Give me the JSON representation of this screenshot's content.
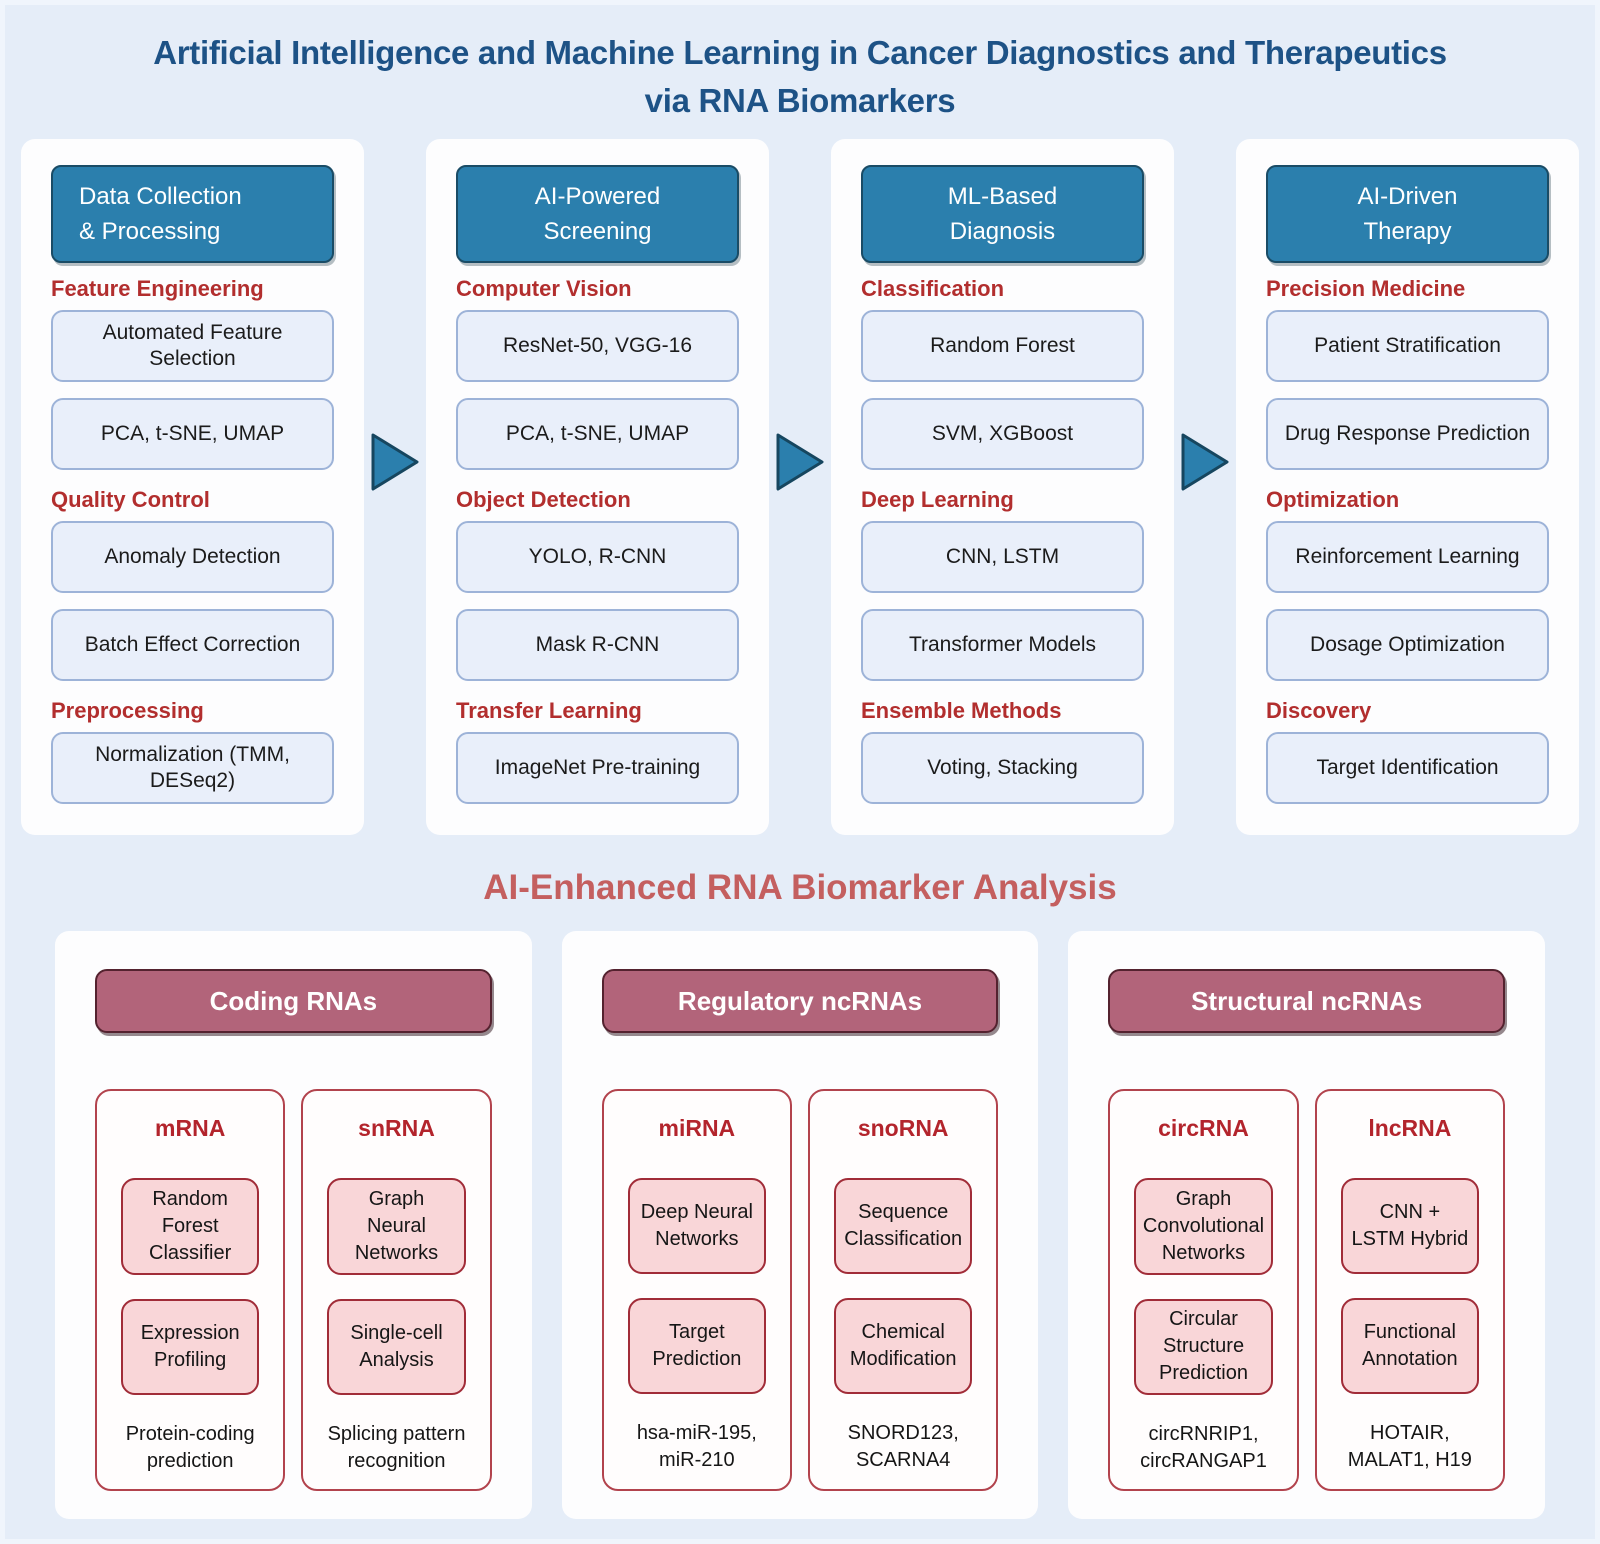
{
  "title": {
    "line1": "Artificial Intelligence and Machine Learning in Cancer Diagnostics and Therapeutics",
    "line2": "via RNA Biomarkers"
  },
  "colors": {
    "page_background": "#e5edf8",
    "panel_background": "#fdfdfe",
    "stage_header_blue": "#2b7fad",
    "stage_header_border": "#1a4c66",
    "item_box_fill": "#e9effa",
    "item_box_border": "#9db3d8",
    "category_label_red": "#b22e2e",
    "title_blue": "#1d5286",
    "section_heading_red": "#c45f5f",
    "rna_header_maroon": "#b2647a",
    "rna_header_border": "#54222f",
    "rna_card_border": "#b2434d",
    "method_box_pink": "#f9d6d8",
    "method_box_border": "#a12c38",
    "rna_type_label_red": "#b3242c",
    "arrow_fill": "#2b7fad"
  },
  "flow_section": {
    "panels": [
      {
        "header": [
          "Data Collection",
          "& Processing"
        ],
        "header_align": "left",
        "groups": [
          {
            "label": "Feature Engineering",
            "items": [
              "Automated Feature Selection",
              "PCA, t-SNE, UMAP"
            ]
          },
          {
            "label": "Quality Control",
            "items": [
              "Anomaly Detection",
              "Batch Effect Correction"
            ]
          },
          {
            "label": "Preprocessing",
            "items": [
              "Normalization (TMM, DESeq2)"
            ]
          }
        ]
      },
      {
        "header": [
          "AI-Powered",
          "Screening"
        ],
        "header_align": "center",
        "groups": [
          {
            "label": "Computer Vision",
            "items": [
              "ResNet-50, VGG-16",
              "PCA, t-SNE, UMAP"
            ]
          },
          {
            "label": "Object Detection",
            "items": [
              "YOLO, R-CNN",
              "Mask R-CNN"
            ]
          },
          {
            "label": "Transfer Learning",
            "items": [
              "ImageNet Pre-training"
            ]
          }
        ]
      },
      {
        "header": [
          "ML-Based",
          "Diagnosis"
        ],
        "header_align": "center",
        "groups": [
          {
            "label": "Classification",
            "items": [
              "Random Forest",
              "SVM, XGBoost"
            ]
          },
          {
            "label": "Deep Learning",
            "items": [
              "CNN, LSTM",
              "Transformer Models"
            ]
          },
          {
            "label": "Ensemble Methods",
            "items": [
              "Voting, Stacking"
            ]
          }
        ]
      },
      {
        "header": [
          "AI-Driven",
          "Therapy"
        ],
        "header_align": "center",
        "groups": [
          {
            "label": "Precision Medicine",
            "items": [
              "Patient Stratification",
              "Drug Response Prediction"
            ]
          },
          {
            "label": "Optimization",
            "items": [
              "Reinforcement Learning",
              "Dosage Optimization"
            ]
          },
          {
            "label": "Discovery",
            "items": [
              "Target Identification"
            ]
          }
        ]
      }
    ]
  },
  "biomarker_section": {
    "heading": "AI-Enhanced RNA Biomarker Analysis",
    "panels": [
      {
        "header": "Coding RNAs",
        "columns": [
          {
            "label": "mRNA",
            "methods": [
              "Random Forest Classifier",
              "Expression Profiling"
            ],
            "examples": "Protein-coding prediction"
          },
          {
            "label": "snRNA",
            "methods": [
              "Graph Neural Networks",
              "Single-cell Analysis"
            ],
            "examples": "Splicing pattern recognition"
          }
        ]
      },
      {
        "header": "Regulatory ncRNAs",
        "columns": [
          {
            "label": "miRNA",
            "methods": [
              "Deep Neural Networks",
              "Target Prediction"
            ],
            "examples": "hsa-miR-195, miR-210"
          },
          {
            "label": "snoRNA",
            "methods": [
              "Sequence Classification",
              "Chemical Modification"
            ],
            "examples": "SNORD123, SCARNA4"
          }
        ]
      },
      {
        "header": "Structural ncRNAs",
        "columns": [
          {
            "label": "circRNA",
            "methods": [
              "Graph Convolutional Networks",
              "Circular Structure Prediction"
            ],
            "examples": "circRNRIP1, circRANGAP1"
          },
          {
            "label": "lncRNA",
            "methods": [
              "CNN + LSTM Hybrid",
              "Functional Annotation"
            ],
            "examples": "HOTAIR, MALAT1, H19"
          }
        ]
      }
    ]
  }
}
